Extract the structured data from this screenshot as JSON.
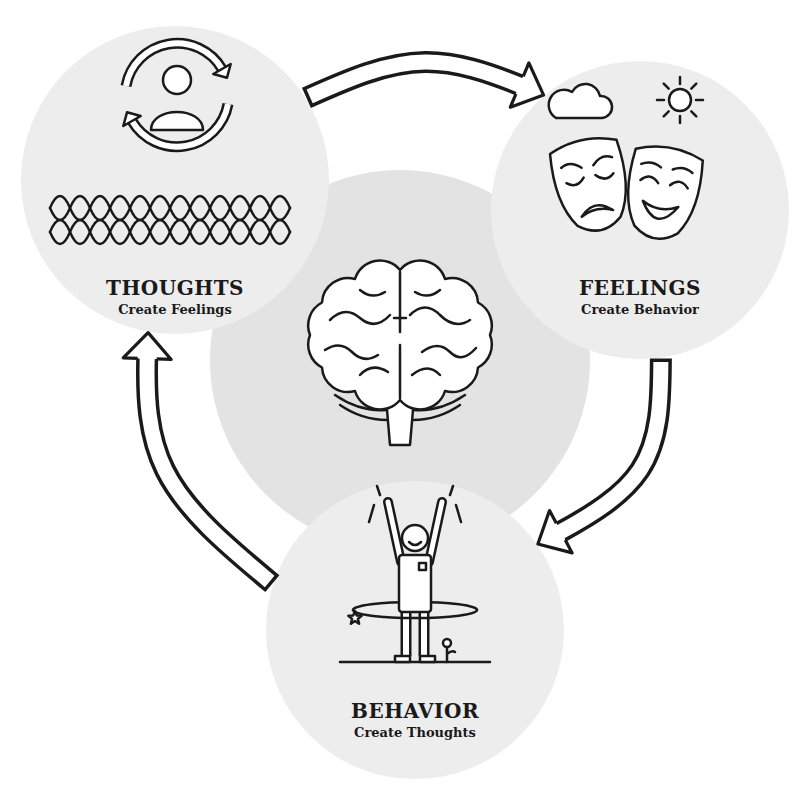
{
  "diagram": {
    "nodes": [
      {
        "text": [
          "THOUGHTS",
          "Create Feelings"
        ]
      },
      {
        "text": [
          "FEELINGS",
          "Create Behavior"
        ]
      },
      {
        "text": [
          "BEHAVIOR",
          "Create Thoughts"
        ]
      }
    ],
    "edges": [
      {
        "from": 0,
        "to": 1,
        "arrow": "to"
      },
      {
        "from": 1,
        "to": 2,
        "arrow": "to"
      },
      {
        "from": 2,
        "to": 0,
        "arrow": "to"
      }
    ]
  }
}
